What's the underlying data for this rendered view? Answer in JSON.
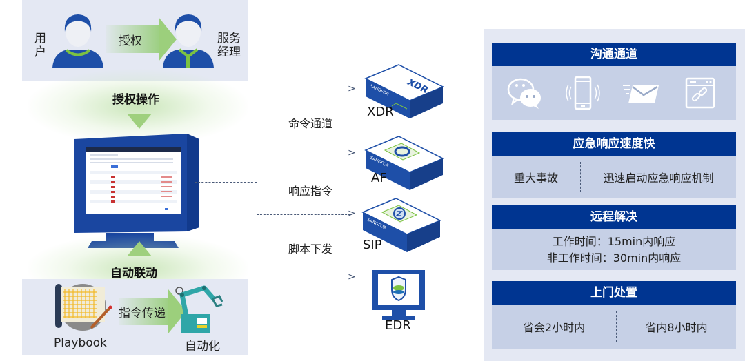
{
  "top_panel": {
    "user_label": "用\n户",
    "user_label_lines": [
      "用",
      "户"
    ],
    "authorize_arrow_label": "授权",
    "manager_label_lines": [
      "服务",
      "经理"
    ],
    "flow_label": "授权操作"
  },
  "console": {
    "name": "management-console"
  },
  "bottom_panel": {
    "flow_label": "自动联动",
    "playbook_label": "Playbook",
    "transfer_arrow_label": "指令传递",
    "automation_label": "自动化"
  },
  "channels": {
    "labels": [
      "命令通道",
      "响应指令",
      "脚本下发"
    ]
  },
  "devices": [
    {
      "name": "XDR",
      "brand": "SANGFOR",
      "face_text": "XDR"
    },
    {
      "name": "AF",
      "brand": "SANGFOR"
    },
    {
      "name": "SIP",
      "brand": "SANGFOR"
    },
    {
      "name": "EDR"
    }
  ],
  "services": {
    "communication": {
      "title": "沟通通道",
      "icons": [
        "wechat-icon",
        "mobile-phone-icon",
        "email-icon",
        "web-link-icon"
      ]
    },
    "emergency": {
      "title": "应急响应速度快",
      "left": "重大事故",
      "right": "迅速启动应急响应机制"
    },
    "remote": {
      "title": "远程解决",
      "lines": [
        "工作时间：15min内响应",
        "非工作时间：30min内响应"
      ]
    },
    "onsite": {
      "title": "上门处置",
      "left": "省会2小时内",
      "right": "省内8小时内"
    }
  },
  "colors": {
    "header_blue": "#003591",
    "panel_bg": "#e4e8f3",
    "card_body": "#c6d0e6",
    "arrow_green": "#9ccf7c",
    "device_blue": "#1e4fa8"
  }
}
